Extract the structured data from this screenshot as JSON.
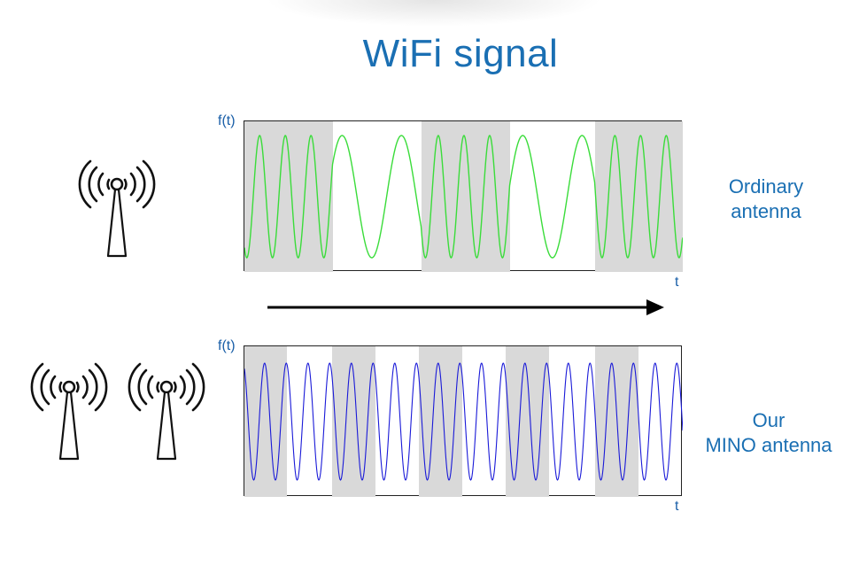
{
  "title": "WiFi signal",
  "colors": {
    "title": "#1a6fb3",
    "label": "#1a6fb3",
    "ordinary_wave": "#3adc3a",
    "mino_wave": "#1a1ad8",
    "shade": "#d9d9d9"
  },
  "top_panel": {
    "y_label": "f(t)",
    "x_label": "t",
    "side_label_line1": "Ordinary",
    "side_label_line2": "antenna",
    "antenna_count": 1,
    "antenna_icon": "radio-tower-icon"
  },
  "bottom_panel": {
    "y_label": "f(t)",
    "x_label": "t",
    "side_label_line1": "Our",
    "side_label_line2": "MINO antenna",
    "antenna_count": 2,
    "antenna_icon": "radio-tower-icon"
  },
  "arrow_icon": "right-arrow-icon"
}
